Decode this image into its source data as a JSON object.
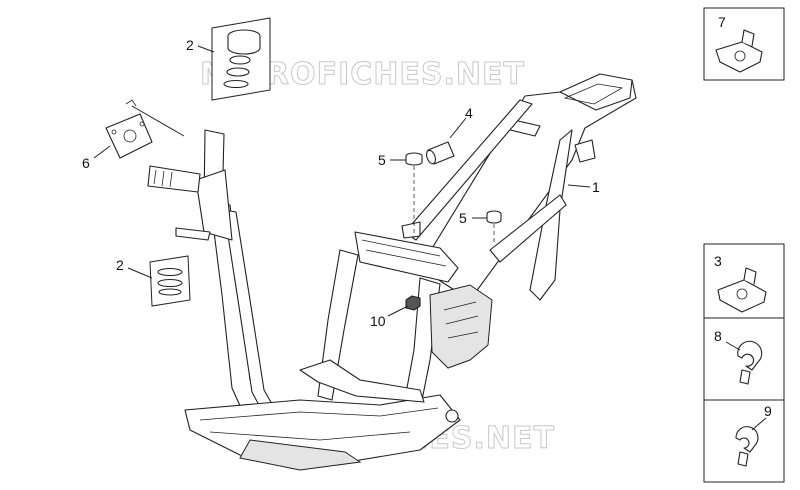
{
  "watermark": {
    "top_text": "MICROFICHES.NET",
    "bottom_text": "MICROFICHES.NET"
  },
  "callouts": {
    "frame": "1",
    "upper_bearing_kit": "2",
    "lower_bearing_kit": "2",
    "clip_nut_3": "3",
    "bushing_4": "4",
    "screw_5_upper": "5",
    "screw_5_lower": "5",
    "plate_6": "6",
    "clip_nut_7": "7",
    "cable_clamp_8": "8",
    "cable_clamp_9": "9",
    "nut_10": "10"
  }
}
